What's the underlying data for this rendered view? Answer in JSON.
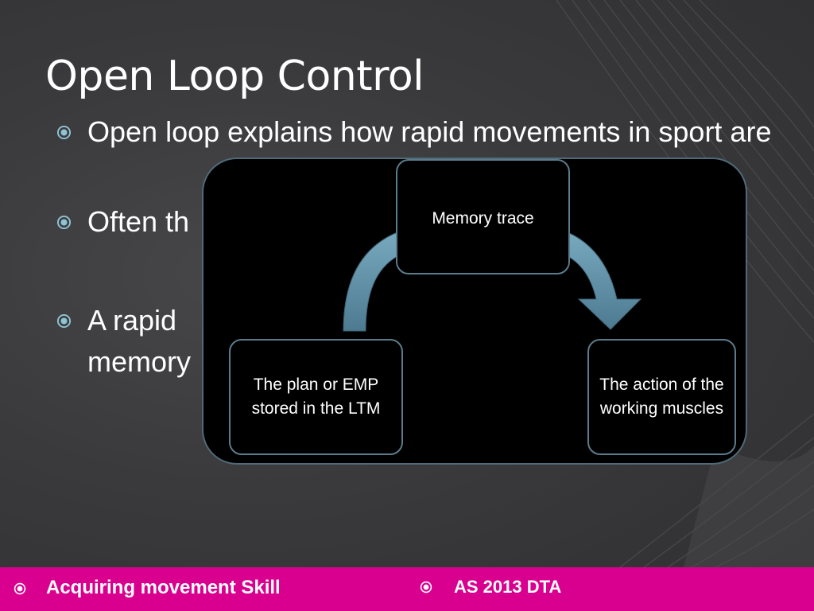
{
  "slide": {
    "title": "Open Loop Control",
    "bullets": [
      {
        "text": "Open loop explains how rapid movements in sport are",
        "icon": "circle-bullet-icon"
      },
      {
        "text": "Often th",
        "icon": "circle-bullet-icon"
      },
      {
        "text": "A rapid memory",
        "icon": "circle-bullet-icon"
      }
    ],
    "diagram": {
      "top_node": "Memory trace",
      "left_node": "The plan or EMP stored in the LTM",
      "right_node": "The action of the working muscles"
    },
    "footer": {
      "left_text": "Acquiring movement Skill",
      "right_text": "AS 2013 DTA",
      "icon": "circle-bullet-icon"
    }
  },
  "colors": {
    "background": "#3a3a3c",
    "footer": "#d9008f",
    "accent": "#7fb7cc",
    "arrow": "#5e8ea6",
    "node_border": "#5b7c8c"
  }
}
